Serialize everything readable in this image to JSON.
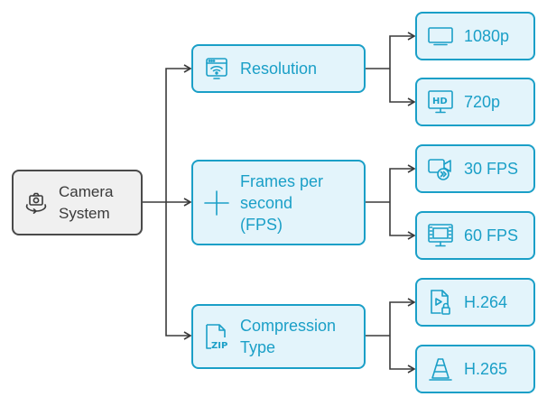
{
  "colors": {
    "accent": "#1a9fc7",
    "accent_fill": "#e3f4fb",
    "root_border": "#4a4a4a",
    "root_fill": "#f0f0f0",
    "connector": "#3a3a3a"
  },
  "root": {
    "label": "Camera\nSystem",
    "icon": "camera-rotate-icon"
  },
  "branches": [
    {
      "label": "Resolution",
      "icon": "wifi-screen-icon",
      "children": [
        {
          "label": "1080p",
          "icon": "tv-icon"
        },
        {
          "label": "720p",
          "icon": "hd-monitor-icon"
        }
      ]
    },
    {
      "label": "Frames per\nsecond\n(FPS)",
      "icon": "plus-icon",
      "children": [
        {
          "label": "30 FPS",
          "icon": "video-camera-fast-forward-icon"
        },
        {
          "label": "60 FPS",
          "icon": "film-screen-icon"
        }
      ]
    },
    {
      "label": "Compression\nType",
      "icon": "zip-file-icon",
      "children": [
        {
          "label": "H.264",
          "icon": "locked-video-file-icon"
        },
        {
          "label": "H.265",
          "icon": "traffic-cone-icon"
        }
      ]
    }
  ]
}
